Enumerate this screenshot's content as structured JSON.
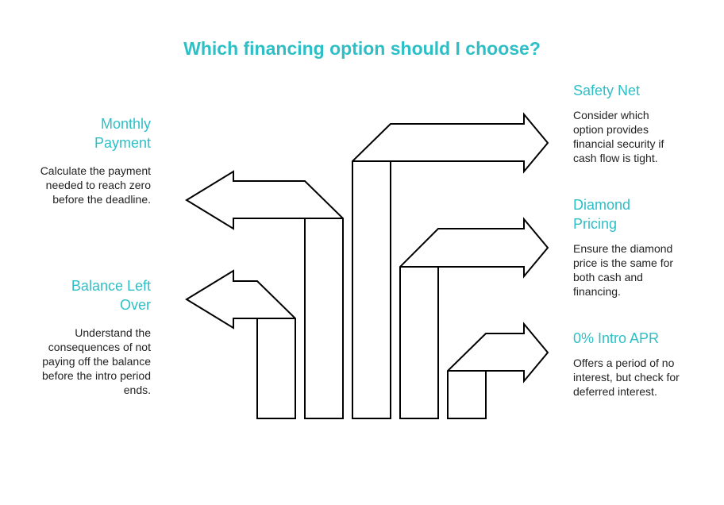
{
  "title": "Which financing option should I choose?",
  "colors": {
    "accent": "#2ebfc6",
    "text": "#222222",
    "stroke": "#000000"
  },
  "options": {
    "monthly_payment": {
      "title": "Monthly Payment",
      "description": "Calculate the payment needed to reach zero before the deadline."
    },
    "balance_left_over": {
      "title": "Balance Left Over",
      "description": "Understand the consequences of not paying off the balance before the intro period ends."
    },
    "safety_net": {
      "title": "Safety Net",
      "description": "Consider which option provides financial security if cash flow is tight."
    },
    "diamond_pricing": {
      "title": "Diamond Pricing",
      "description": "Ensure the diamond price is the same for both cash and financing."
    },
    "intro_apr": {
      "title": "0% Intro APR",
      "description": "Offers a period of no interest, but check for deferred interest."
    }
  }
}
